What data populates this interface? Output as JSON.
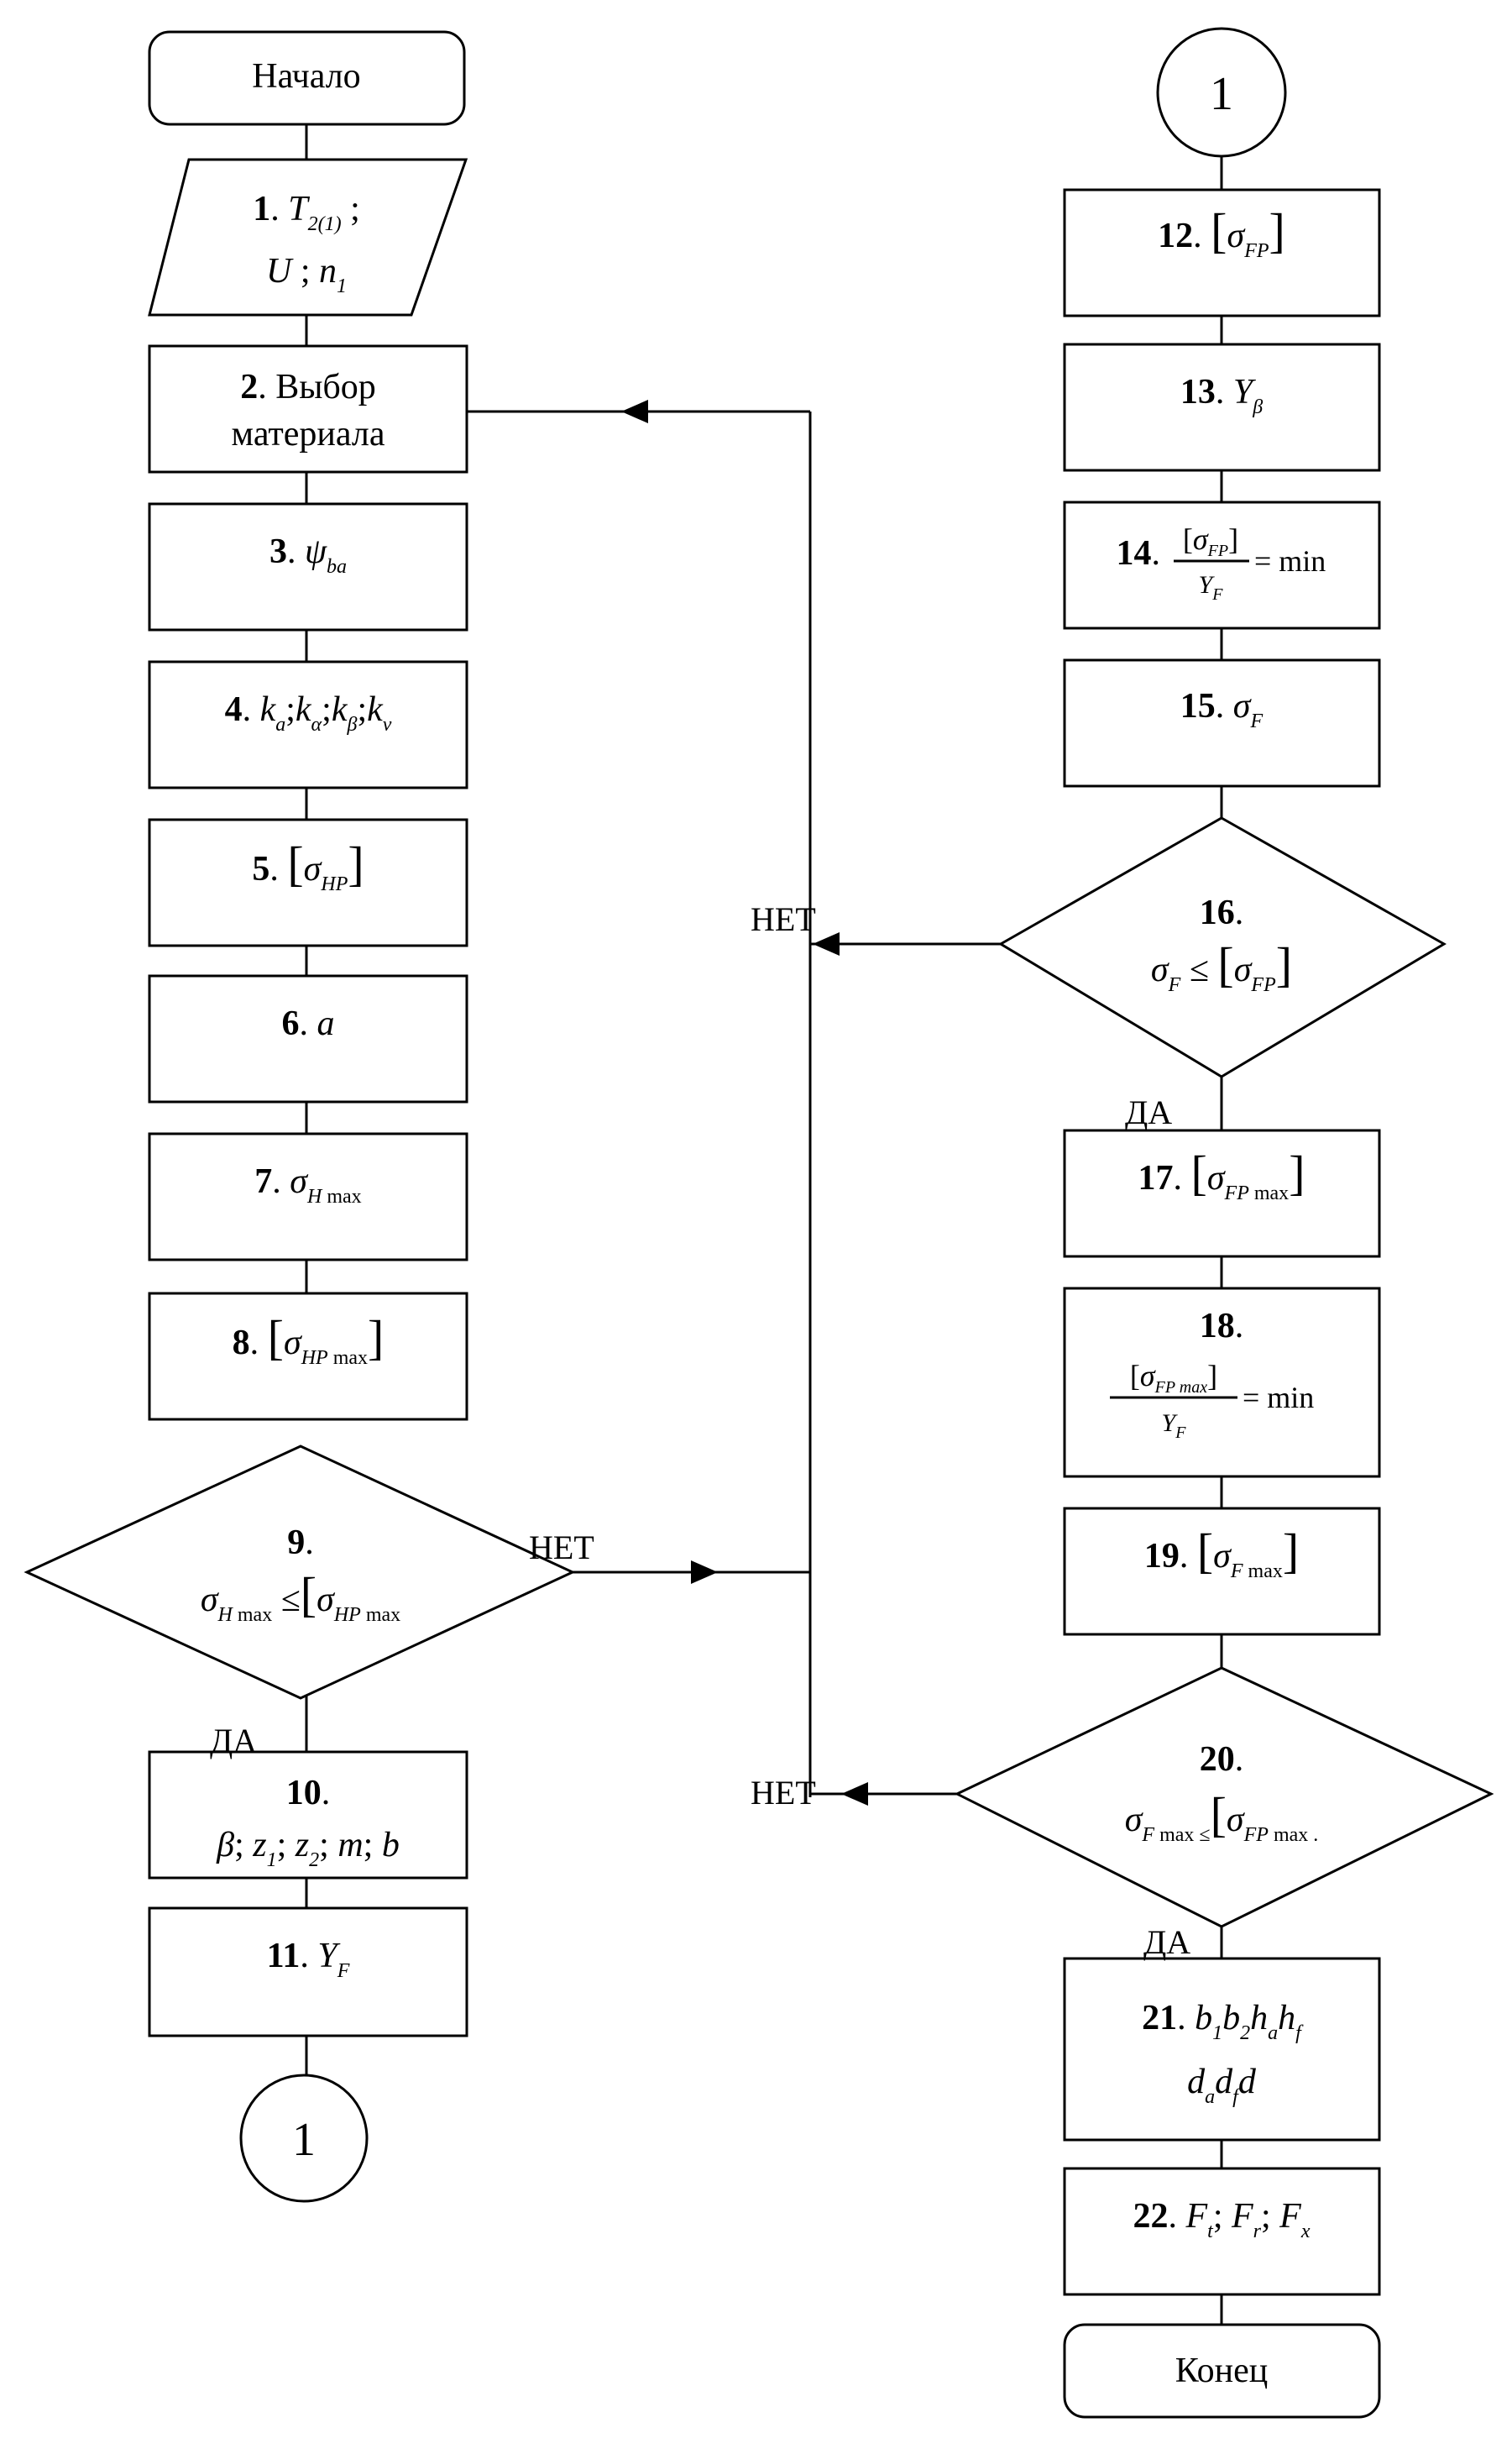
{
  "start_label": "Начало",
  "end_label": "Конец",
  "connector_label": "1",
  "yes_label": "ДА",
  "no_label": "НЕТ",
  "blocks": [
    {
      "num": "1",
      "content": "T2(1); U; n1"
    },
    {
      "num": "2",
      "content": "Выбор материала"
    },
    {
      "num": "3",
      "content": "ψba"
    },
    {
      "num": "4",
      "content": "ka; kα; kβ; kν"
    },
    {
      "num": "5",
      "content": "[σHP]"
    },
    {
      "num": "6",
      "content": "a"
    },
    {
      "num": "7",
      "content": "σH max"
    },
    {
      "num": "8",
      "content": "[σHP max]"
    },
    {
      "num": "9",
      "content": "σH max ≤ [σHP max"
    },
    {
      "num": "10",
      "content": "β; z1; z2; m; b"
    },
    {
      "num": "11",
      "content": "YF"
    },
    {
      "num": "12",
      "content": "[σFP]"
    },
    {
      "num": "13",
      "content": "Yβ"
    },
    {
      "num": "14",
      "content": "[σFP] / YF = min"
    },
    {
      "num": "15",
      "content": "σF"
    },
    {
      "num": "16",
      "content": "σF ≤ [σFP]"
    },
    {
      "num": "17",
      "content": "[σFP max]"
    },
    {
      "num": "18",
      "content": "[σFP max] / YF = min"
    },
    {
      "num": "19",
      "content": "[σF max]"
    },
    {
      "num": "20",
      "content": "σF max ≤ [σFP max"
    },
    {
      "num": "21",
      "content": "b1 b2 ha hf da df d"
    },
    {
      "num": "22",
      "content": "Ft; Fr; Fx"
    }
  ]
}
